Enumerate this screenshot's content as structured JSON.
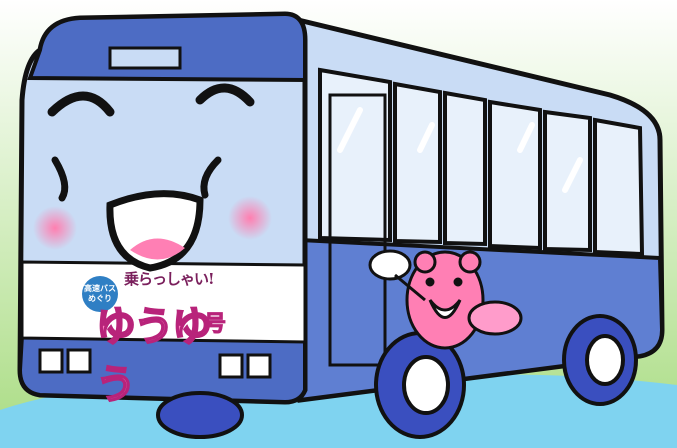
{
  "scene": {
    "colors": {
      "sky_top": "#ffffff",
      "sky_bottom": "#a9dc82",
      "puddle": "#7fd3f0",
      "bus_light": "#c9dcf5",
      "bus_mid": "#8fb0e6",
      "bus_dark": "#4d6cc4",
      "outline": "#111111",
      "mascot_pink": "#ff7fb4"
    }
  },
  "sign": {
    "circle_line1": "高速バス",
    "circle_line2": "めぐり",
    "tagline": "乗らっしゃい!",
    "name": "ゆうゆう",
    "suffix": "号"
  }
}
